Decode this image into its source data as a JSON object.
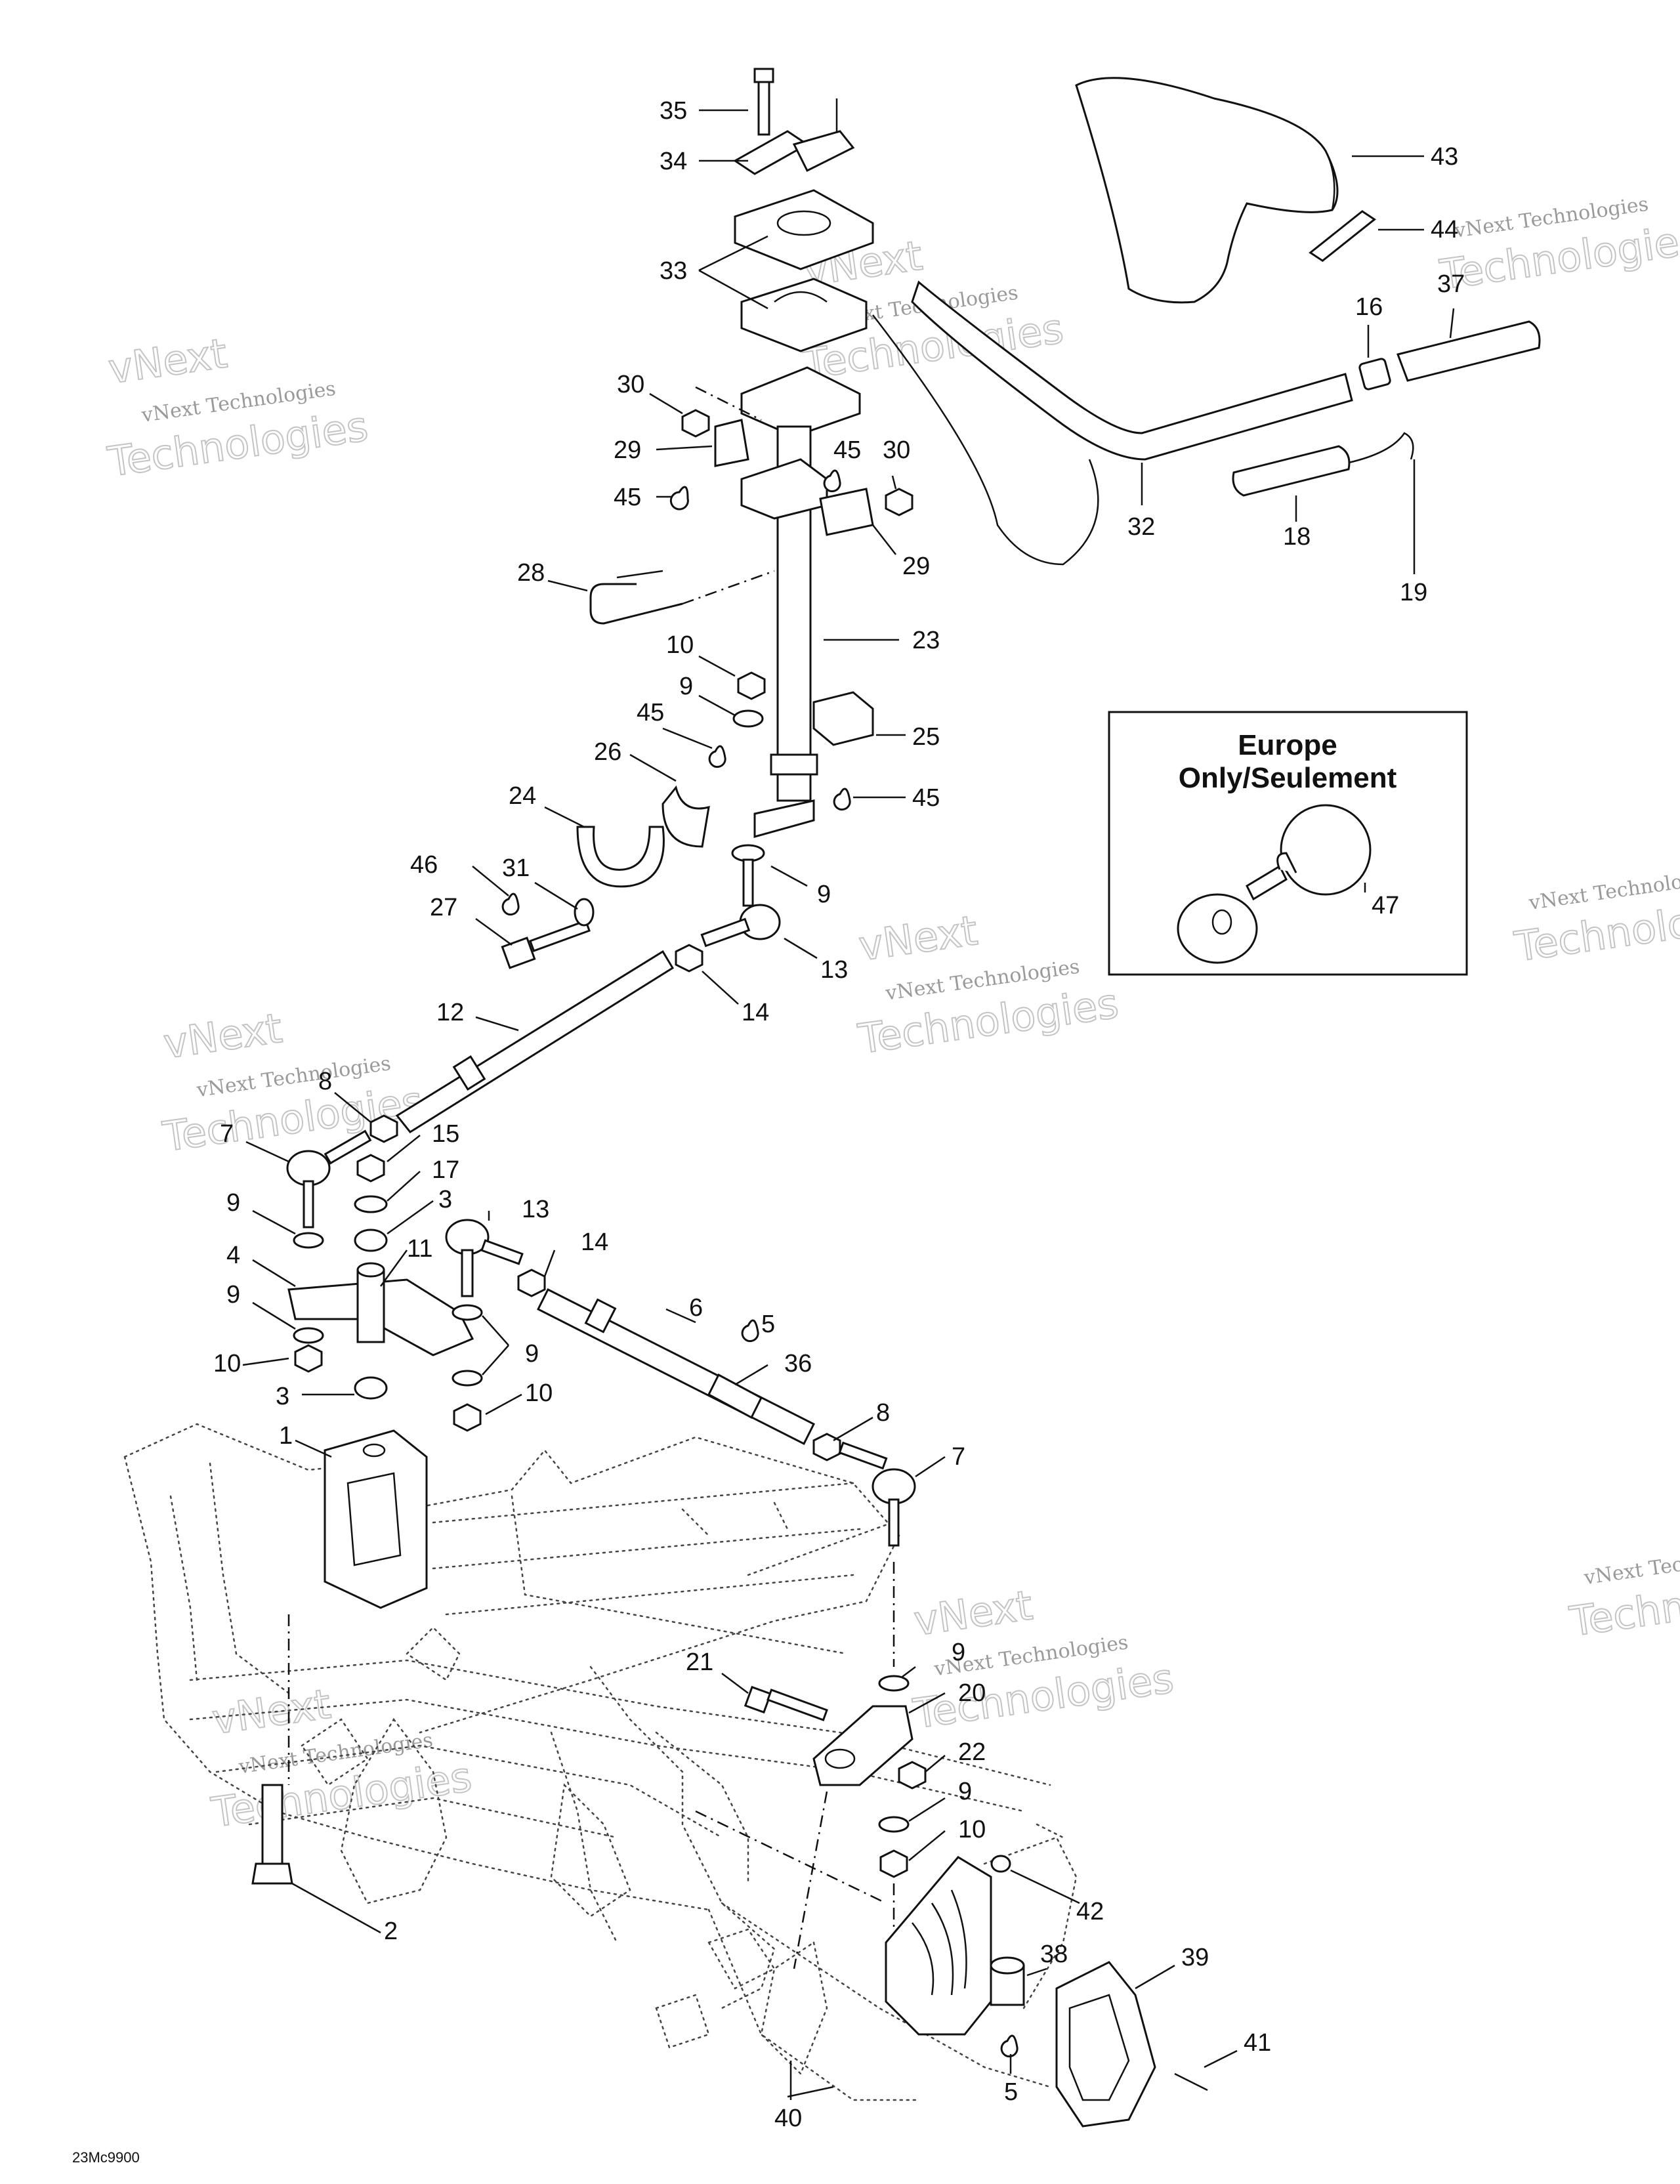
{
  "diagram_code": "23Mc9900",
  "inset": {
    "title_line1": "Europe",
    "title_line2": "Only/Seulement",
    "part": "47"
  },
  "watermark": {
    "line1": "vNext",
    "line2": "vNext Technologies",
    "line3": "Technologies"
  },
  "callouts": [
    "35",
    "34",
    "33",
    "30",
    "29",
    "45",
    "45",
    "30",
    "29",
    "28",
    "23",
    "10",
    "9",
    "45",
    "25",
    "26",
    "45",
    "24",
    "46",
    "31",
    "9",
    "27",
    "13",
    "14",
    "12",
    "8",
    "7",
    "15",
    "17",
    "3",
    "13",
    "14",
    "11",
    "9",
    "4",
    "9",
    "6",
    "5",
    "10",
    "9",
    "3",
    "36",
    "10",
    "8",
    "1",
    "7",
    "21",
    "9",
    "20",
    "22",
    "9",
    "10",
    "2",
    "42",
    "38",
    "39",
    "41",
    "40",
    "5",
    "43",
    "44",
    "37",
    "16",
    "32",
    "18",
    "19"
  ]
}
